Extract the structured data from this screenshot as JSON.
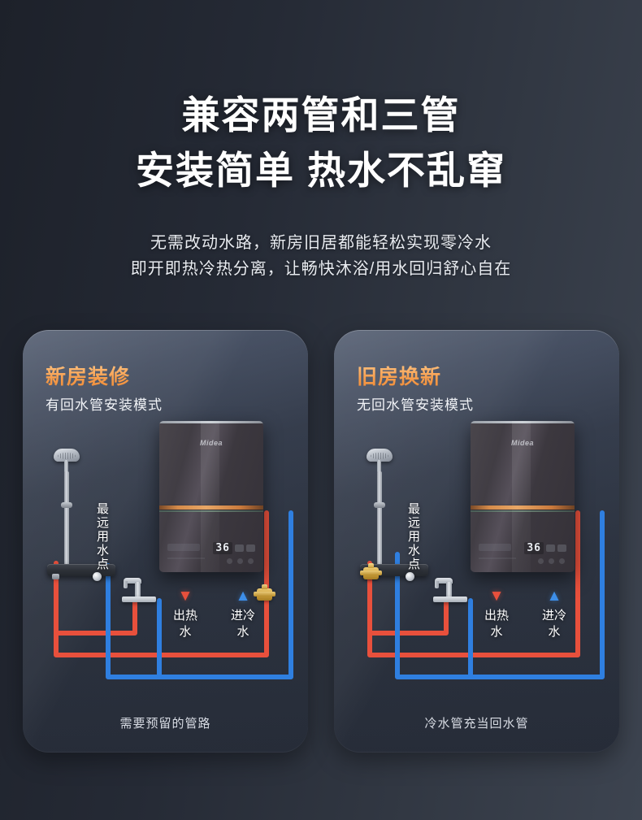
{
  "headline": {
    "line1": "兼容两管和三管",
    "line2": "安装简单 热水不乱窜"
  },
  "subhead": {
    "line1": "无需改动水路，新房旧居都能轻松实现零冷水",
    "line2": "即开即热冷热分离，让畅快沐浴/用水回归舒心自在"
  },
  "colors": {
    "background_left": "#1d212a",
    "background_right": "#3d4450",
    "card_fill": "#2e3542",
    "accent_orange": "#f59b4a",
    "hot_pipe": "#e8503c",
    "cold_pipe": "#2f7fe0",
    "valve_gold": "#d5a943",
    "text_primary": "#ffffff",
    "text_secondary": "#d8dce4"
  },
  "cards": [
    {
      "id": "new-house",
      "title": "新房装修",
      "subtitle": "有回水管安装模式",
      "caption": "需要预留的管路",
      "vertical_label": "最远用水点",
      "heater": {
        "brand": "Midea",
        "display_value": "36"
      },
      "flow_labels": [
        {
          "id": "hot-out",
          "arrow": "▼",
          "text": "出热水",
          "color": "#e8503c"
        },
        {
          "id": "cold-in",
          "arrow": "▲",
          "text": "进冷水",
          "color": "#3d8ee8"
        }
      ]
    },
    {
      "id": "old-house",
      "title": "旧房换新",
      "subtitle": "无回水管安装模式",
      "caption": "冷水管充当回水管",
      "vertical_label": "最远用水点",
      "heater": {
        "brand": "Midea",
        "display_value": "36"
      },
      "flow_labels": [
        {
          "id": "hot-out",
          "arrow": "▼",
          "text": "出热水",
          "color": "#e8503c"
        },
        {
          "id": "cold-in",
          "arrow": "▲",
          "text": "进冷水",
          "color": "#3d8ee8"
        }
      ]
    }
  ]
}
